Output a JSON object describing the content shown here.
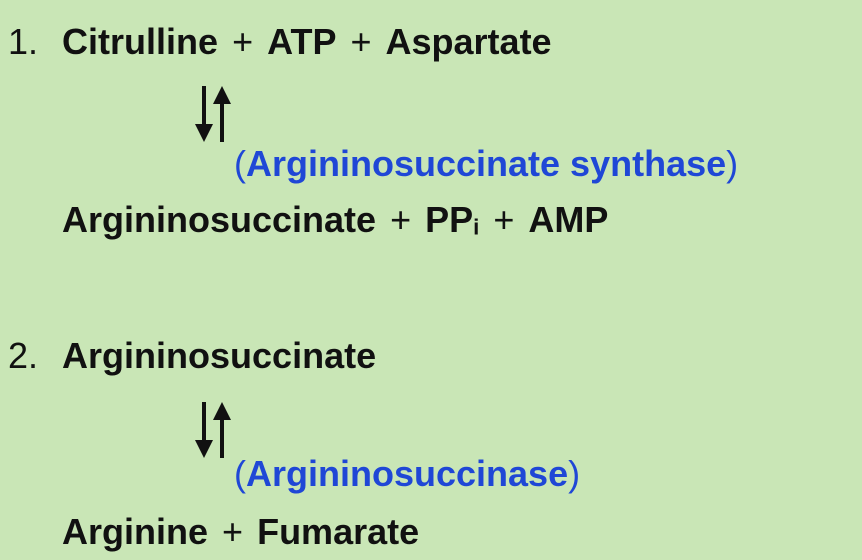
{
  "reactions": [
    {
      "number": "1.",
      "reactants": [
        "Citrulline",
        "ATP",
        "Aspartate"
      ],
      "enzyme": "Argininosuccinate synthase",
      "products": [
        {
          "base": "Argininosuccinate"
        },
        {
          "base": "PP",
          "sub": "i"
        },
        {
          "base": "AMP"
        }
      ]
    },
    {
      "number": "2.",
      "reactants": [
        "Argininosuccinate"
      ],
      "enzyme": "Argininosuccinase",
      "products": [
        {
          "base": "Arginine"
        },
        {
          "base": "Fumarate"
        }
      ]
    }
  ],
  "symbols": {
    "plus": "+",
    "open_paren": "(",
    "close_paren": ")"
  },
  "colors": {
    "background": "#c9e6b6",
    "enzyme": "#1f47d6",
    "text": "#111111"
  },
  "icons": {
    "reversible": "reversible-arrows-icon"
  }
}
